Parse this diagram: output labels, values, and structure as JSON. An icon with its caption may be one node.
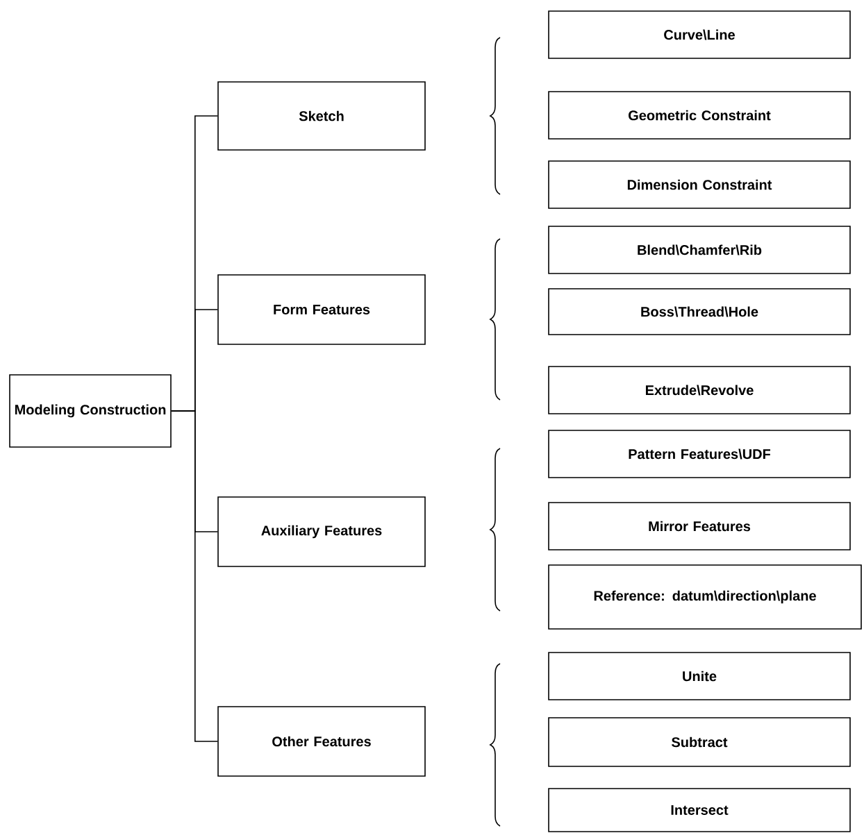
{
  "diagram": {
    "nodes": [
      {
        "text": [
          "Modeling Construction"
        ]
      },
      {
        "text": [
          "Sketch"
        ]
      },
      {
        "text": [
          "Form Features"
        ]
      },
      {
        "text": [
          "Auxiliary Features"
        ]
      },
      {
        "text": [
          "Other Features"
        ]
      },
      {
        "text": [
          "Curve\\Line"
        ]
      },
      {
        "text": [
          "Geometric Constraint"
        ]
      },
      {
        "text": [
          "Dimension Constraint"
        ]
      },
      {
        "text": [
          "Blend\\Chamfer\\Rib"
        ]
      },
      {
        "text": [
          "Boss\\Thread\\Hole"
        ]
      },
      {
        "text": [
          "Extrude\\Revolve"
        ]
      },
      {
        "text": [
          "Pattern Features\\UDF"
        ]
      },
      {
        "text": [
          "Mirror Features"
        ]
      },
      {
        "text": [
          "Reference: datum\\direction\\plane"
        ]
      },
      {
        "text": [
          "Unite"
        ]
      },
      {
        "text": [
          "Subtract"
        ]
      },
      {
        "text": [
          "Intersect"
        ]
      }
    ],
    "edges": [
      {
        "from": 0,
        "to": 1,
        "arrow": "none"
      },
      {
        "from": 0,
        "to": 2,
        "arrow": "none"
      },
      {
        "from": 0,
        "to": 3,
        "arrow": "none"
      },
      {
        "from": 0,
        "to": 4,
        "arrow": "none"
      }
    ]
  }
}
